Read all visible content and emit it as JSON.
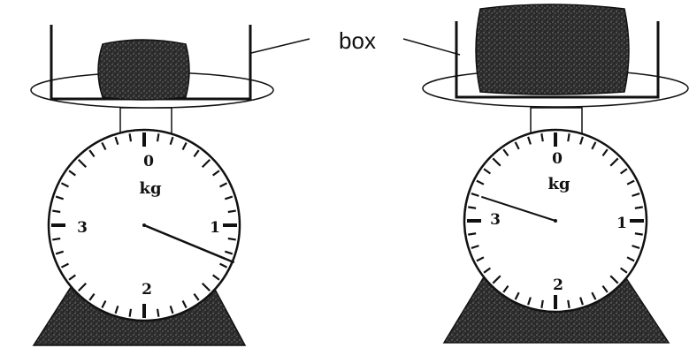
{
  "label_box": "box",
  "scales": [
    {
      "unit": "kg",
      "dial_labels": {
        "top": "0",
        "right": "1",
        "bottom": "2",
        "left": "3"
      },
      "reading_kg": 1.25
    },
    {
      "unit": "kg",
      "dial_labels": {
        "top": "0",
        "right": "1",
        "bottom": "2",
        "left": "3"
      },
      "reading_kg": 3.2
    }
  ],
  "colors": {
    "ink": "#111111",
    "fill_dark": "#2a2a2a",
    "paper": "#ffffff"
  }
}
